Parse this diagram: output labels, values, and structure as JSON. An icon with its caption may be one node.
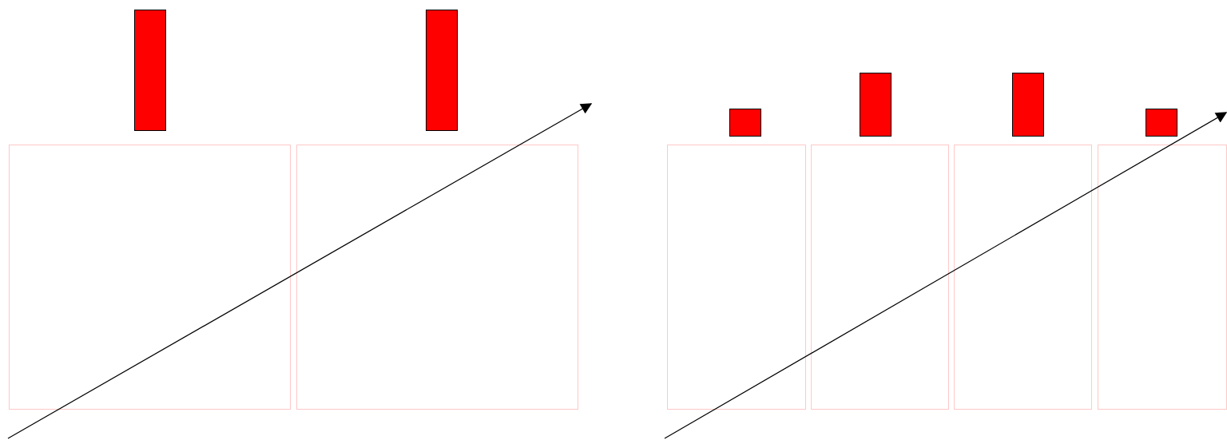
{
  "diagram": {
    "nodes": [
      {
        "text": [],
        "shape": "bar"
      },
      {
        "text": [],
        "shape": "bar"
      },
      {
        "text": [],
        "shape": "bar"
      },
      {
        "text": [],
        "shape": "bar"
      },
      {
        "text": [],
        "shape": "bar"
      },
      {
        "text": [],
        "shape": "bar"
      },
      {
        "text": [],
        "shape": "box"
      },
      {
        "text": [],
        "shape": "box"
      },
      {
        "text": [],
        "shape": "box"
      },
      {
        "text": [],
        "shape": "box"
      },
      {
        "text": [],
        "shape": "box"
      },
      {
        "text": [],
        "shape": "box"
      }
    ]
  }
}
